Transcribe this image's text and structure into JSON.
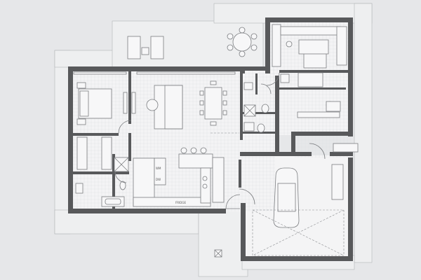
{
  "plan": {
    "appliance_labels": [
      {
        "id": "fridge",
        "text": "FRIDGE"
      },
      {
        "id": "wm",
        "text": "WM"
      },
      {
        "id": "dw",
        "text": "DW"
      }
    ],
    "colors": {
      "background": "#e6e7e9",
      "wall": "#58595b",
      "line": "#7b7d80",
      "paving": "#eeeff0"
    }
  }
}
